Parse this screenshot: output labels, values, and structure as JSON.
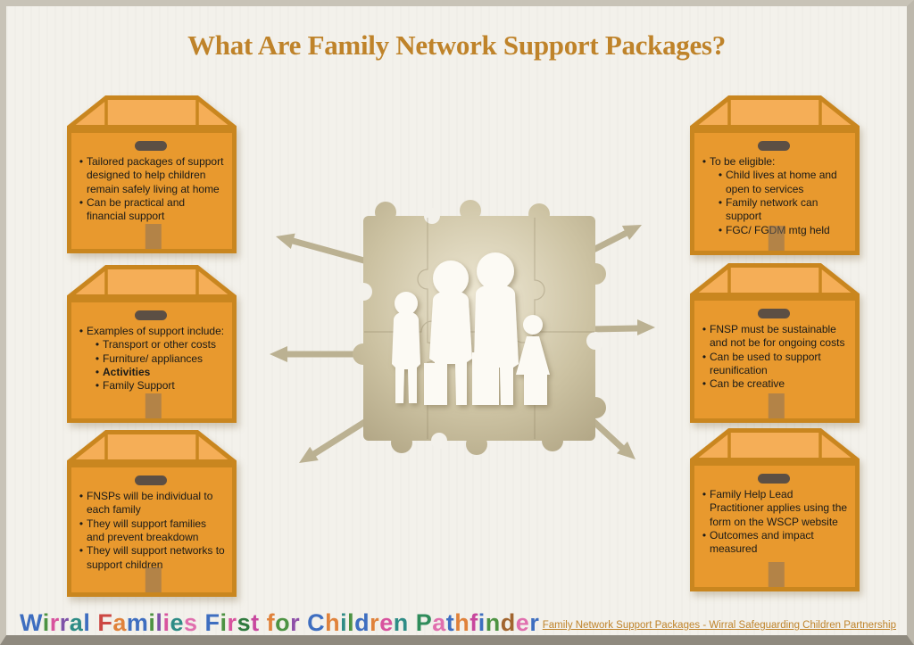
{
  "slide": {
    "title": "What Are Family Network Support Packages?",
    "title_color": "#bf832a"
  },
  "boxes": [
    {
      "id": "top-left",
      "bullets": [
        {
          "level": 1,
          "text": "Tailored packages of support designed to help children remain safely living at home"
        },
        {
          "level": 1,
          "text": "Can be practical and financial support"
        }
      ]
    },
    {
      "id": "middle-left",
      "bullets": [
        {
          "level": 1,
          "text": "Examples of support include:"
        },
        {
          "level": 2,
          "text": "Transport or other costs"
        },
        {
          "level": 2,
          "text": "Furniture/ appliances"
        },
        {
          "level": 2,
          "text": "Activities",
          "bold": true
        },
        {
          "level": 2,
          "text": "Family Support"
        }
      ]
    },
    {
      "id": "bottom-left",
      "bullets": [
        {
          "level": 1,
          "text": "FNSPs will be individual to each family"
        },
        {
          "level": 1,
          "text": "They will support families and prevent breakdown"
        },
        {
          "level": 1,
          "text": "They will support networks to support children"
        }
      ]
    },
    {
      "id": "top-right",
      "bullets": [
        {
          "level": 1,
          "text": "To be eligible:"
        },
        {
          "level": 2,
          "text": "Child lives at home and open to services"
        },
        {
          "level": 2,
          "text": "Family network can support"
        },
        {
          "level": 2,
          "text": "FGC/ FGDM mtg held"
        }
      ]
    },
    {
      "id": "middle-right",
      "bullets": [
        {
          "level": 1,
          "text": "FNSP must be sustainable and not be for ongoing costs"
        },
        {
          "level": 1,
          "text": "Can be used to support reunification"
        },
        {
          "level": 1,
          "text": "Can be creative"
        }
      ]
    },
    {
      "id": "bottom-right",
      "bullets": [
        {
          "level": 1,
          "text": "Family Help Lead Practitioner applies using the form on the WSCP website"
        },
        {
          "level": 1,
          "text": "Outcomes and impact measured"
        }
      ]
    }
  ],
  "center_graphic": {
    "name": "family-silhouettes-on-puzzle-with-six-arrows"
  },
  "footer": {
    "brand_text": "Wirral Families First for Children Pathfinder",
    "brand_letters": [
      {
        "ch": "W",
        "color": "#3e6ec0"
      },
      {
        "ch": "i",
        "color": "#4d9343"
      },
      {
        "ch": "r",
        "color": "#d8539e"
      },
      {
        "ch": "r",
        "color": "#7e52a8"
      },
      {
        "ch": "a",
        "color": "#2e8c86"
      },
      {
        "ch": "l",
        "color": "#3e6ec0"
      },
      {
        "ch": " "
      },
      {
        "ch": "F",
        "color": "#cc4843"
      },
      {
        "ch": "a",
        "color": "#e0823b"
      },
      {
        "ch": "m",
        "color": "#3e6ec0"
      },
      {
        "ch": "i",
        "color": "#4d9343"
      },
      {
        "ch": "l",
        "color": "#7e52a8"
      },
      {
        "ch": "i",
        "color": "#d8539e"
      },
      {
        "ch": "e",
        "color": "#2e8c86"
      },
      {
        "ch": "s",
        "color": "#e06fae"
      },
      {
        "ch": " "
      },
      {
        "ch": "F",
        "color": "#3e6ec0"
      },
      {
        "ch": "i",
        "color": "#4d9343"
      },
      {
        "ch": "r",
        "color": "#d8539e"
      },
      {
        "ch": "s",
        "color": "#2f7a3f"
      },
      {
        "ch": "t",
        "color": "#c8479e"
      },
      {
        "ch": " "
      },
      {
        "ch": "f",
        "color": "#e0823b"
      },
      {
        "ch": "o",
        "color": "#4d9343"
      },
      {
        "ch": "r",
        "color": "#8e4fa8"
      },
      {
        "ch": " "
      },
      {
        "ch": "C",
        "color": "#3e6ec0"
      },
      {
        "ch": "h",
        "color": "#e0823b"
      },
      {
        "ch": "i",
        "color": "#2e8c86"
      },
      {
        "ch": "l",
        "color": "#4d9343"
      },
      {
        "ch": "d",
        "color": "#3e6ec0"
      },
      {
        "ch": "r",
        "color": "#e0823b"
      },
      {
        "ch": "e",
        "color": "#d8539e"
      },
      {
        "ch": "n",
        "color": "#2e8c86"
      },
      {
        "ch": " "
      },
      {
        "ch": "P",
        "color": "#2f8c5b"
      },
      {
        "ch": "a",
        "color": "#e06fae"
      },
      {
        "ch": "t",
        "color": "#3e6ec0"
      },
      {
        "ch": "h",
        "color": "#e0823b"
      },
      {
        "ch": "f",
        "color": "#c8479e"
      },
      {
        "ch": "i",
        "color": "#3e6ec0"
      },
      {
        "ch": "n",
        "color": "#4d9343"
      },
      {
        "ch": "d",
        "color": "#a2652f"
      },
      {
        "ch": "e",
        "color": "#e06fae"
      },
      {
        "ch": "r",
        "color": "#3e6ec0"
      }
    ],
    "link_text": "Family Network Support Packages - Wirral Safeguarding Children Partnership",
    "link_color": "#bf832a"
  },
  "colors": {
    "background": "#f3f1eb",
    "box_fill": "#e8992e",
    "box_border": "#c9861f",
    "box_lid": "#f5ae57",
    "handle": "#5c4f44",
    "puzzle_dark": "#a99d7c",
    "puzzle_light": "#efe9d6",
    "arrow": "#b9ae8e",
    "text": "#1a1a18"
  }
}
